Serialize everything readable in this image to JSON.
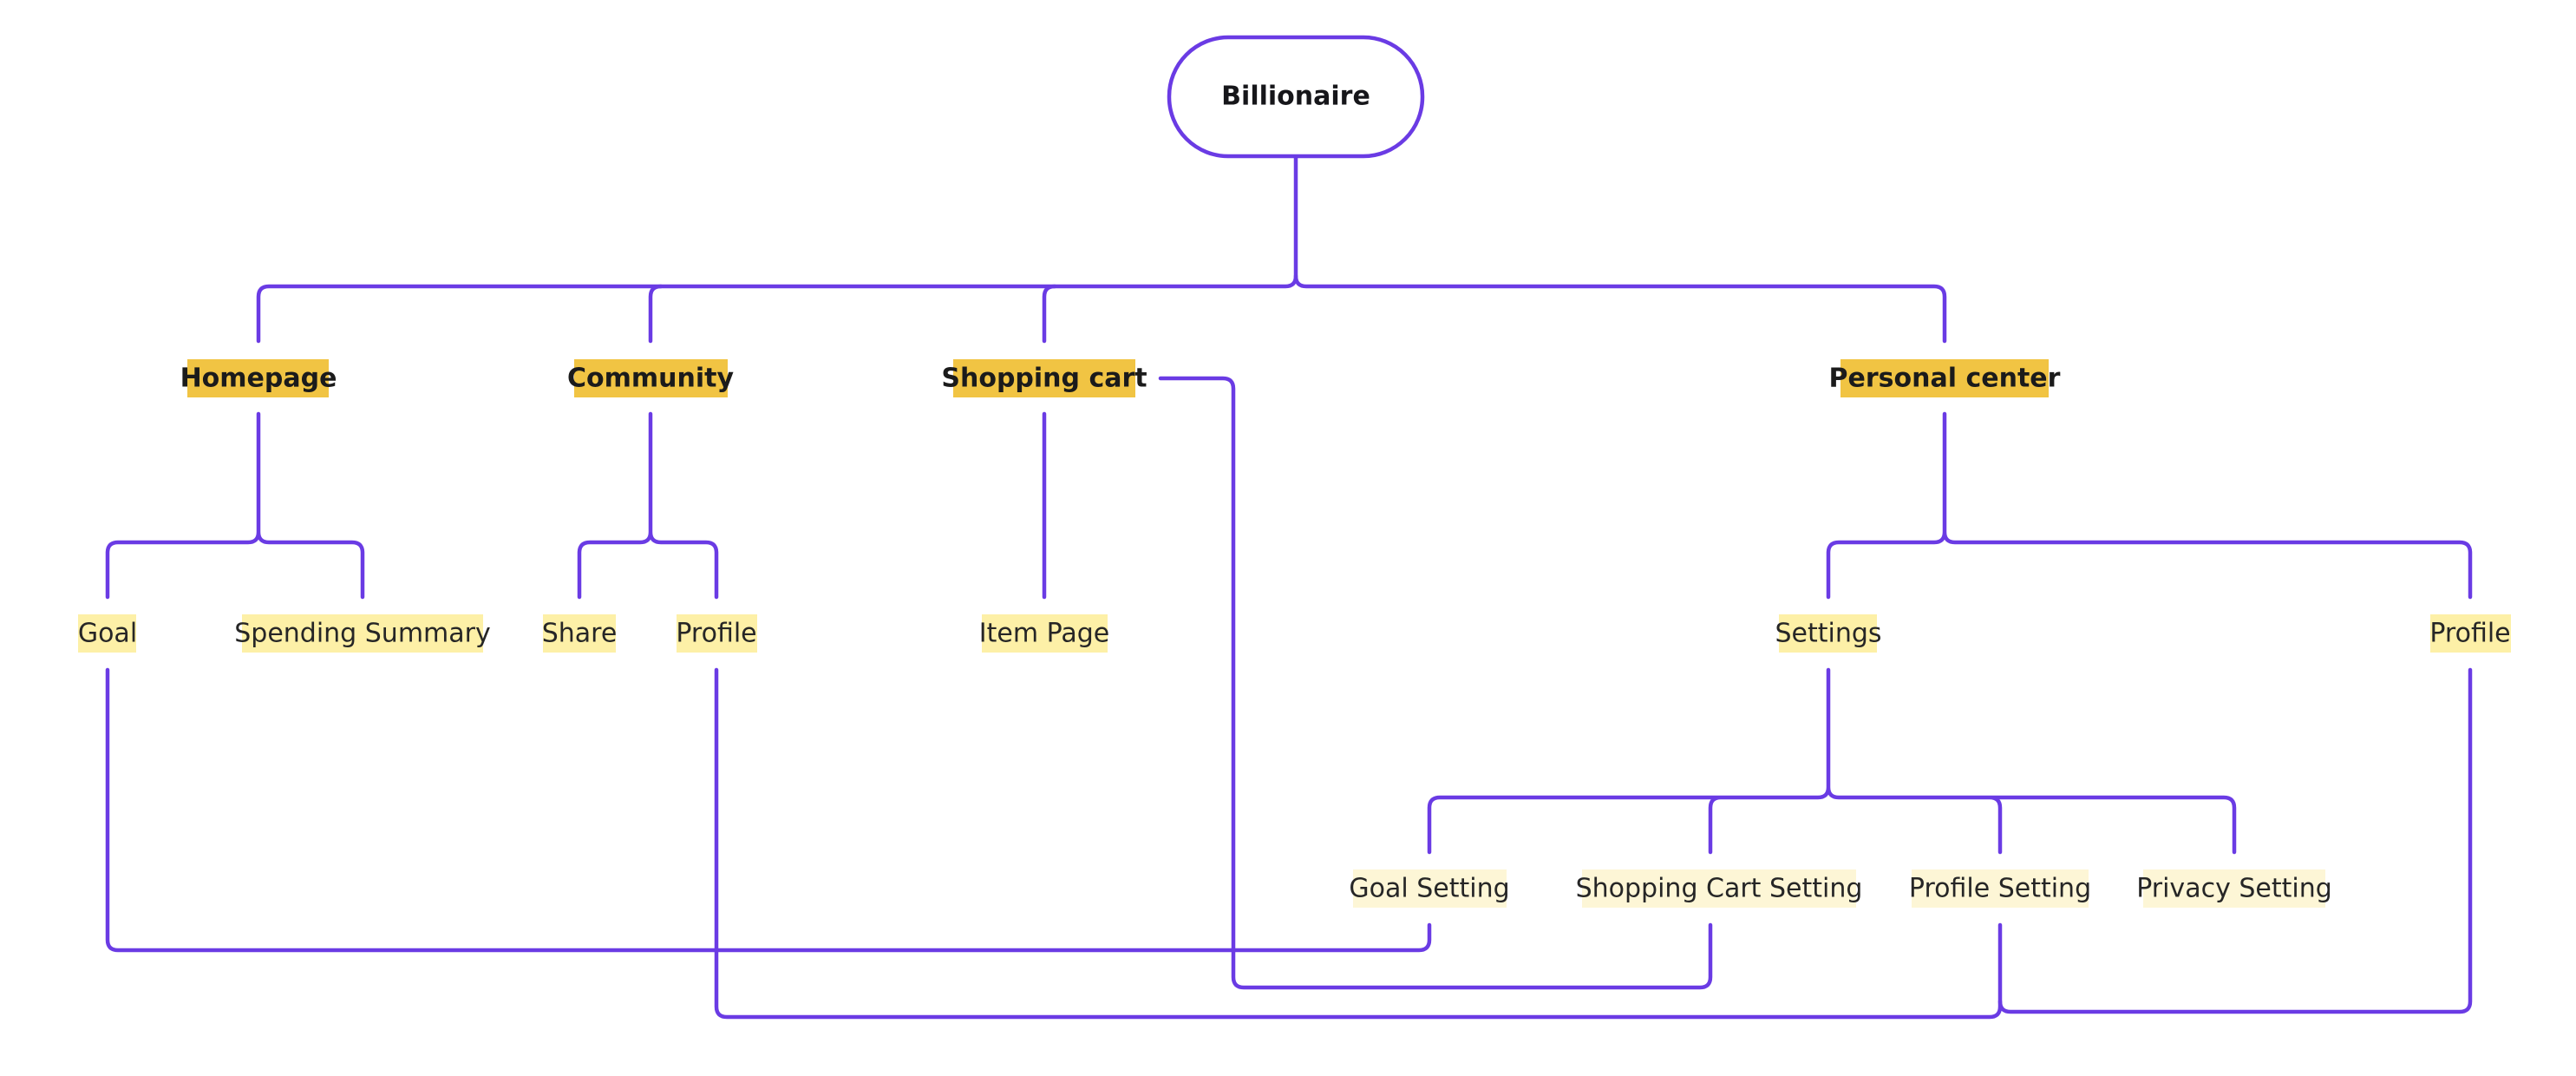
{
  "diagram": {
    "root": {
      "label": "Billionaire"
    },
    "sections": {
      "homepage": {
        "label": "Homepage",
        "children": {
          "goal": "Goal",
          "spending_summary": "Spending Summary"
        }
      },
      "community": {
        "label": "Community",
        "children": {
          "share": "Share",
          "profile": "Profile"
        }
      },
      "shopping_cart": {
        "label": "Shopping cart",
        "children": {
          "item_page": "Item Page"
        }
      },
      "personal_center": {
        "label": "Personal center",
        "children": {
          "settings": {
            "label": "Settings",
            "children": {
              "goal_setting": "Goal Setting",
              "shopping_cart_setting": "Shopping Cart Setting",
              "profile_setting": "Profile Setting",
              "privacy_setting": "Privacy Setting"
            }
          },
          "profile": "Profile"
        }
      }
    }
  },
  "colors": {
    "connector": "#6a3be4",
    "level1_fill": "#f1c443",
    "level2_fill": "#fdf0a7",
    "level3_fill": "#fdf6d6"
  }
}
